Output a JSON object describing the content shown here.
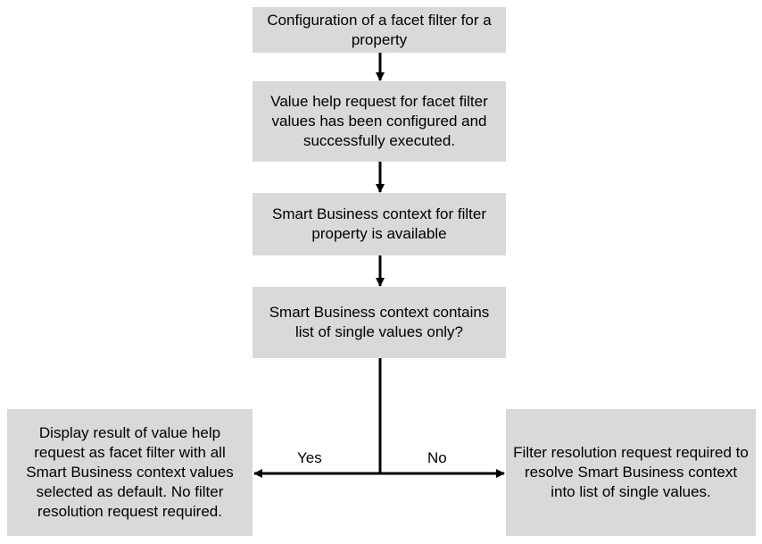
{
  "steps": {
    "configure": "Configuration of a  facet filter for a property",
    "value_help": "Value help request for facet filter values has been configured and successfully executed.",
    "context_available": "Smart Business context for filter property is available",
    "decision": "Smart Business context contains list of single values only?",
    "yes_outcome": "Display result of value help request as facet filter with all Smart Business context values selected as default. No filter resolution request required.",
    "no_outcome": "Filter resolution request required to resolve Smart Business context into list of single values."
  },
  "branches": {
    "yes": "Yes",
    "no": "No"
  },
  "colors": {
    "box_fill": "#d9d9d9",
    "line": "#000000"
  }
}
